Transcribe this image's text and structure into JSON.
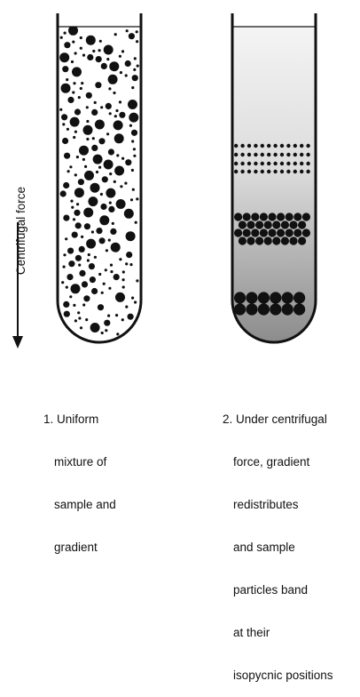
{
  "force_axis": {
    "label": "Centrifugal force"
  },
  "tube1": {
    "caption_lines": [
      "1. Uniform",
      "mixture of",
      "sample and",
      "gradient"
    ],
    "fill_color": "#ffffff"
  },
  "tube2": {
    "caption_lines": [
      "2. Under centrifugal",
      "force, gradient",
      "redistributes",
      "and sample",
      "particles band",
      "at their",
      "isopycnic positions"
    ],
    "gradient_top_color": "#f4f4f4",
    "gradient_bottom_color": "#8c8c8c",
    "bands": [
      {
        "name": "small-particle-band",
        "particle": "small"
      },
      {
        "name": "medium-particle-band",
        "particle": "medium"
      },
      {
        "name": "large-particle-band",
        "particle": "large"
      }
    ]
  }
}
